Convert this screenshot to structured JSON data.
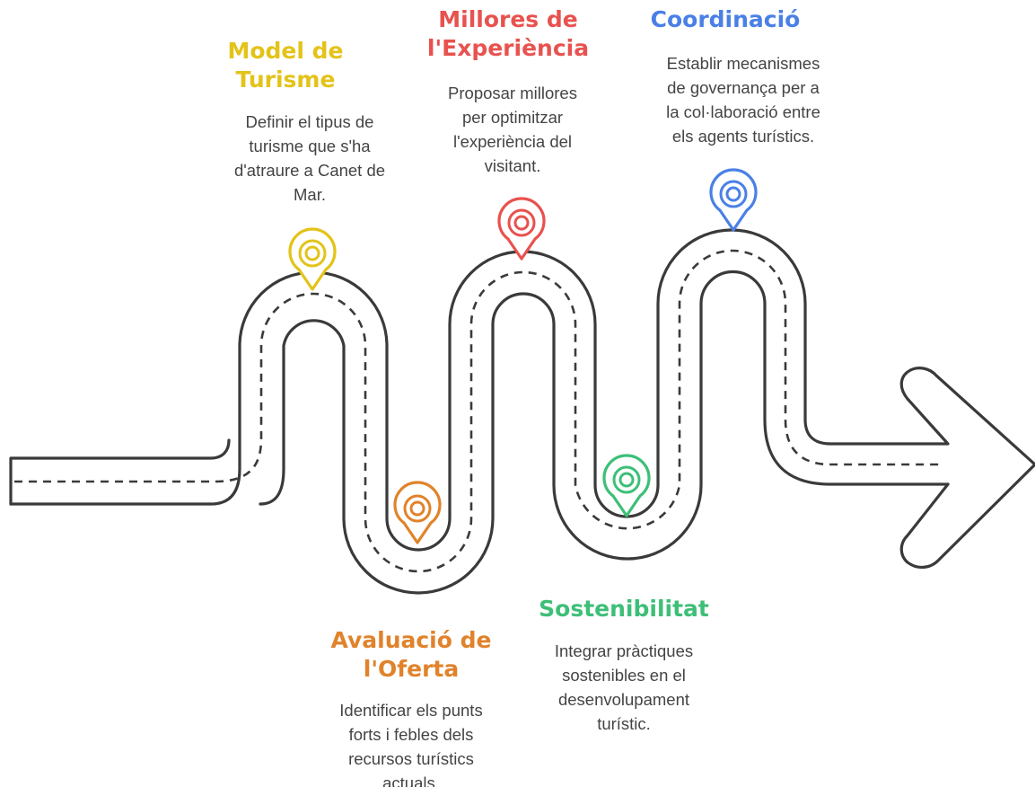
{
  "colors": {
    "road_edge": "#3a3a3a",
    "road_center": "#3a3a3a",
    "model": "#e3c319",
    "avaluacio": "#e0832b",
    "millores": "#e8524f",
    "sostenibilitat": "#3dbf77",
    "coordinacio": "#4a80e6"
  },
  "milestones": {
    "model": {
      "title": [
        "Model de",
        "Turisme"
      ],
      "text": [
        "Definir el tipus de",
        "turisme que s'ha",
        "d'atraure a Canet de",
        "Mar."
      ],
      "icon": "location-pin-icon"
    },
    "avaluacio": {
      "title": [
        "Avaluació de",
        "l'Oferta"
      ],
      "text": [
        "Identificar els punts",
        "forts i febles dels",
        "recursos turístics",
        "actuals."
      ],
      "icon": "location-pin-icon"
    },
    "millores": {
      "title": [
        "Millores de",
        "l'Experiència"
      ],
      "text": [
        "Proposar millores",
        "per optimitzar",
        "l'experiència del",
        "visitant."
      ],
      "icon": "location-pin-icon"
    },
    "sostenibilitat": {
      "title": [
        "Sostenibilitat"
      ],
      "text": [
        "Integrar pràctiques",
        "sostenibles en el",
        "desenvolupament",
        "turístic."
      ],
      "icon": "location-pin-icon"
    },
    "coordinacio": {
      "title": [
        "Coordinació"
      ],
      "text": [
        "Establir mecanismes",
        "de governança per a",
        "la col·laboració entre",
        "els agents turístics."
      ],
      "icon": "location-pin-icon"
    }
  }
}
